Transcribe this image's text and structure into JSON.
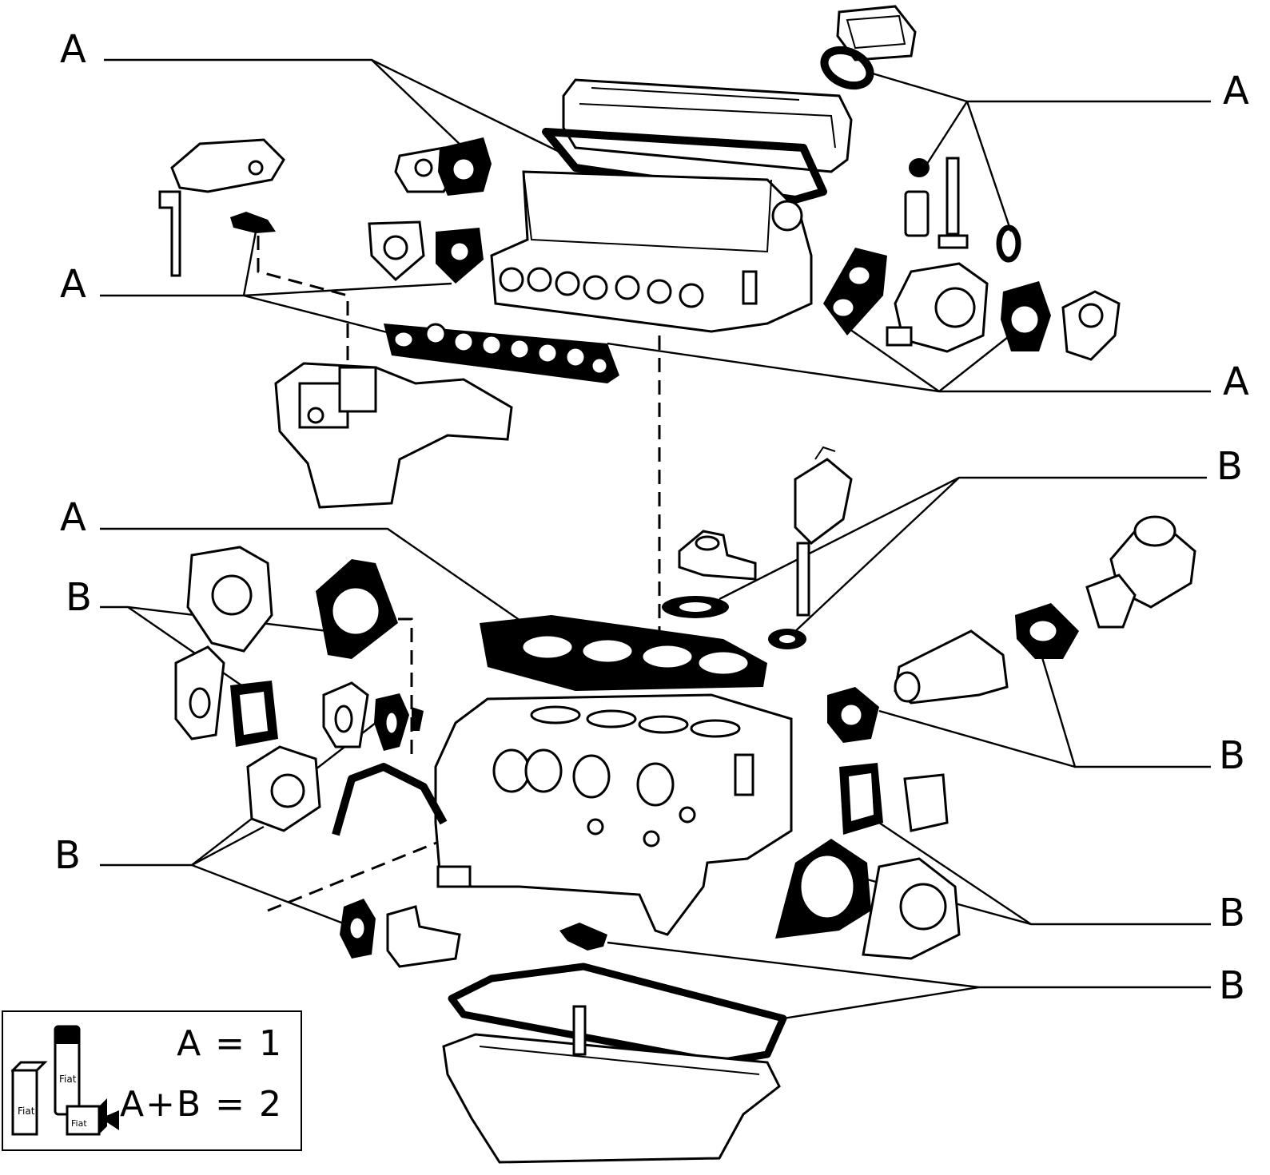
{
  "callouts": {
    "a1": "A",
    "a2": "A",
    "a3": "A",
    "a4": "A",
    "a5": "A",
    "b1": "B",
    "b2": "B",
    "b3": "B",
    "b4": "B",
    "b5": "B",
    "b6": "B"
  },
  "legend": {
    "line1": "A = 1",
    "line2": "A+B = 2",
    "box_label_1": "Fiat",
    "box_label_2": "Fiat",
    "box_label_3": "Fiat"
  },
  "colors": {
    "ink": "#000000",
    "paper": "#ffffff"
  }
}
